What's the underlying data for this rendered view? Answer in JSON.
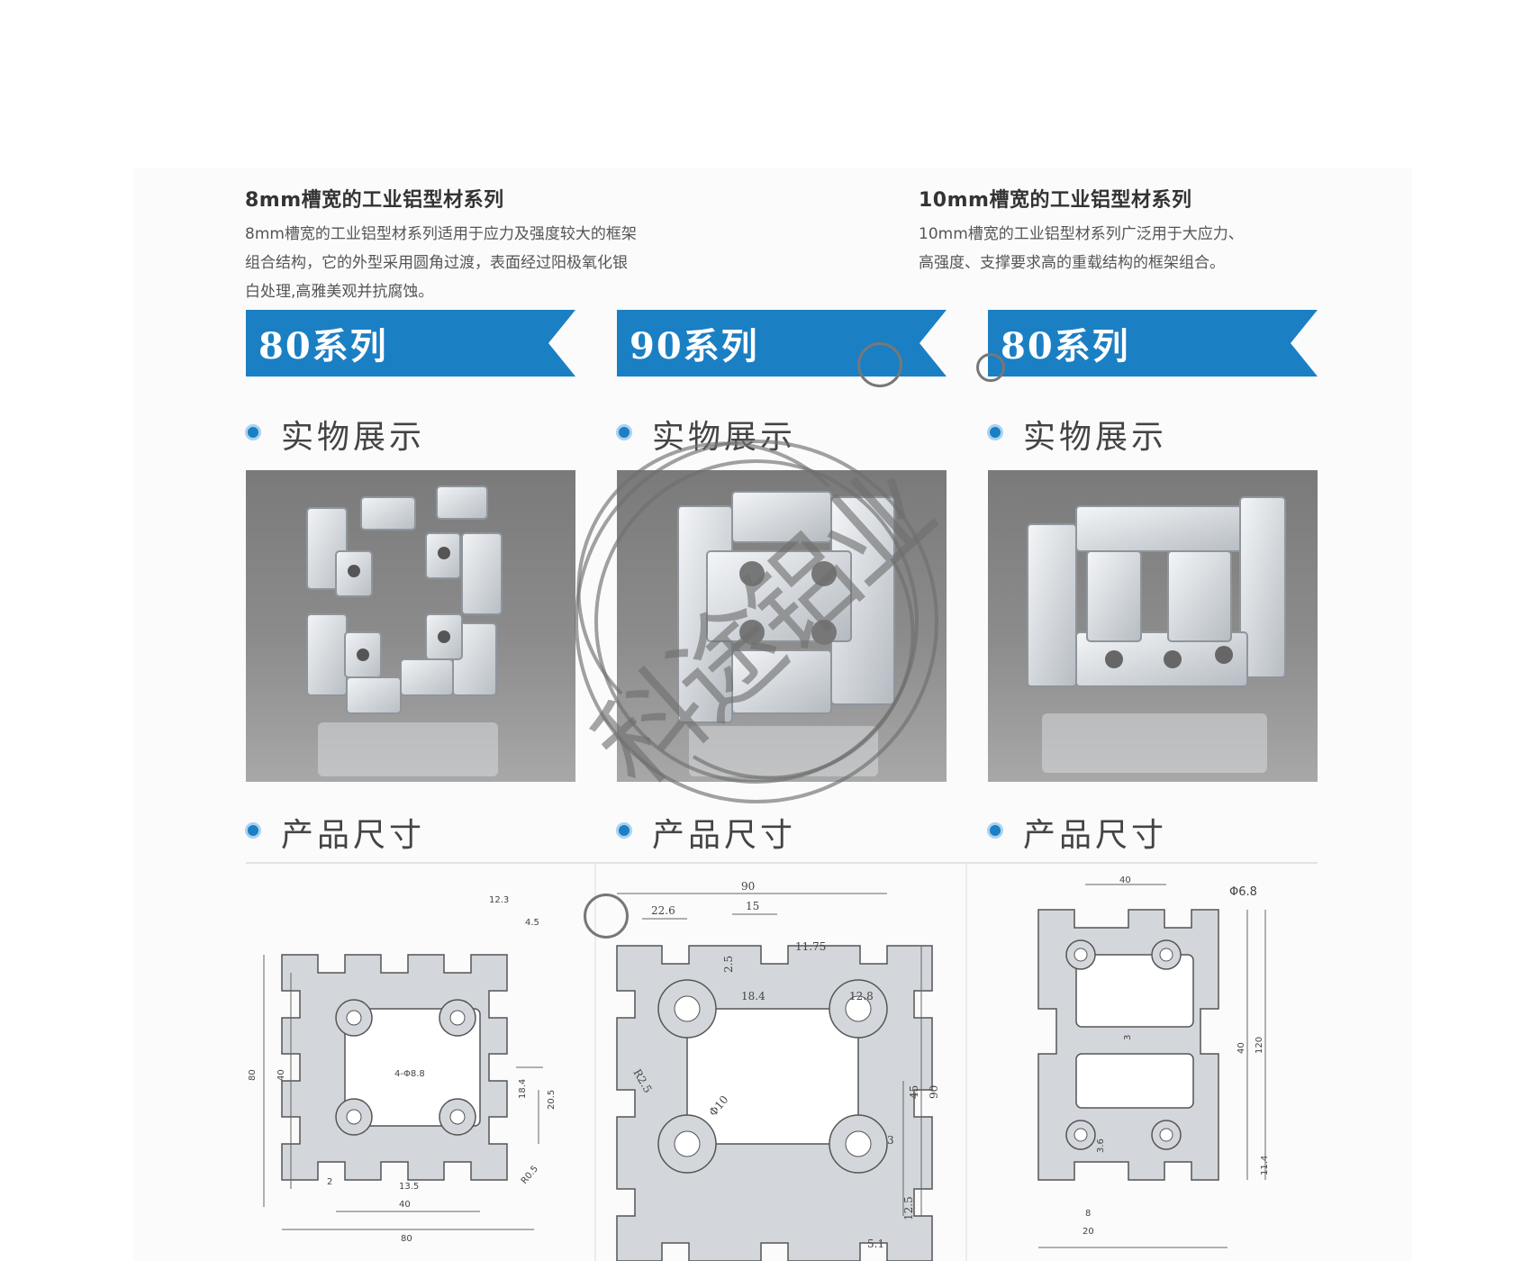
{
  "left_header": {
    "title": "8mm槽宽的工业铝型材系列",
    "desc_lines": [
      "8mm槽宽的工业铝型材系列适用于应力及强度较大的框架",
      "组合结构，它的外型采用圆角过渡，表面经过阳极氧化银",
      "白处理,高雅美观并抗腐蚀。"
    ]
  },
  "right_header": {
    "title": "10mm槽宽的工业铝型材系列",
    "desc_lines": [
      "10mm槽宽的工业铝型材系列广泛用于大应力、",
      "高强度、支撑要求高的重载结构的框架组合。"
    ]
  },
  "columns": [
    {
      "banner": "80系列",
      "photo_section": "实物展示",
      "size_section": "产品尺寸",
      "dims": [
        "80",
        "40",
        "12.3",
        "4.5",
        "4-Φ8.8",
        "18.4",
        "20.5",
        "40",
        "80",
        "13.5",
        "2",
        "R0.5"
      ]
    },
    {
      "banner": "90系列",
      "photo_section": "实物展示",
      "size_section": "产品尺寸",
      "dims": [
        "90",
        "22.6",
        "15",
        "2.5",
        "18.4",
        "R2.5",
        "Φ10",
        "45",
        "90",
        "3",
        "12.5",
        "5.1",
        "12.8",
        "11.75"
      ]
    },
    {
      "banner": "80系列",
      "photo_section": "实物展示",
      "size_section": "产品尺寸",
      "dims": [
        "40",
        "Φ6.8",
        "40",
        "120",
        "3",
        "20",
        "8",
        "11.4",
        "3.6"
      ]
    }
  ],
  "stamp": {
    "text": "科途铝业"
  },
  "colors": {
    "banner": "#1b7fc4",
    "stamp": "#6e6e6e",
    "background": "#ffffff"
  }
}
